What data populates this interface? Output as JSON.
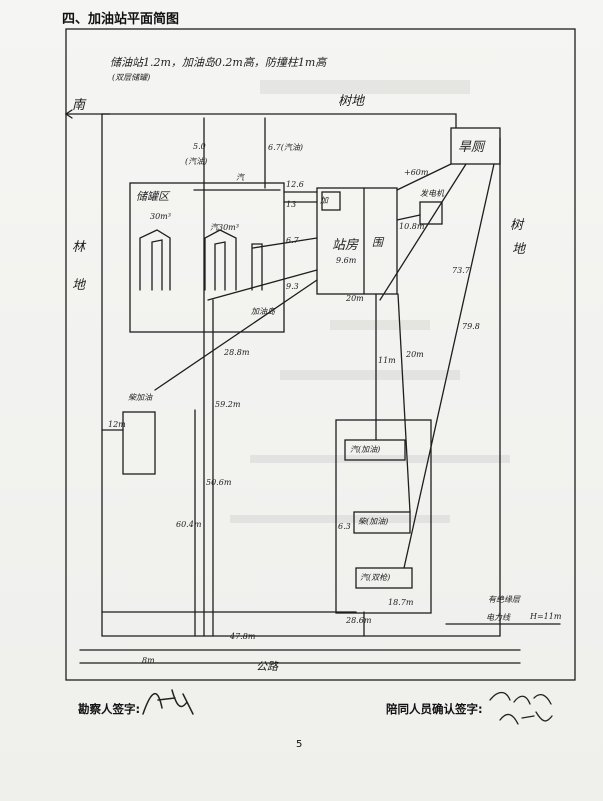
{
  "header": {
    "section_title": "四、加油站平面简图"
  },
  "diagram": {
    "top_note_line1": "储油站1.2m，加油岛0.2m高，防撞柱1m高",
    "top_note_line2": "(双层储罐)",
    "south_label": "南",
    "south_arrow_icon": "arrow-left-icon",
    "north_trees": "树地",
    "west_forest": [
      "林",
      "地"
    ],
    "east_trees": [
      "树",
      "地"
    ],
    "toilet": "旱厕",
    "tank_area": "储罐区",
    "tank_volume": "30m³",
    "tank_label": "汽30m³",
    "tank_zone_abbr": "汽",
    "pump_mark": "加",
    "station_building": "站房",
    "building_dim": "9.6m",
    "wall_symbol": "围",
    "fuel_island_label": "加油岛",
    "island_arrow_label": "柴加油",
    "generator": "发电机",
    "distances": {
      "d_5_0": "5.0",
      "d_5_0_note": "(汽油)",
      "d_6_7_note": "6.7(汽油)",
      "d_12_6": "12.6",
      "d_13": "13",
      "d_6_7": "6.7",
      "d_9_3": "9.3",
      "d_10_8": "10.8m",
      "d_60m": "+60m",
      "d_73_7": "73.7",
      "d_79_8": "79.8",
      "d_20m_a": "20m",
      "d_20m_b": "20m",
      "d_11m": "11m",
      "d_28_8": "28.8m",
      "d_59_2": "59.2m",
      "d_12m": "12m",
      "d_50_6": "50.6m",
      "d_60_4": "60.4m",
      "d_47_8": "47.8m",
      "d_28_6": "28.6m",
      "d_18_7": "18.7m",
      "d_6_3": "6.3",
      "d_8m": "8m"
    },
    "pumps": {
      "gas": "汽(加油)",
      "diesel": "柴(加油)",
      "dual": "汽(双枪)"
    },
    "power_line": [
      "有绝缘层",
      "电力线",
      "H=11m"
    ],
    "road_label": "公路"
  },
  "signatures": {
    "surveyor_label": "勘察人签字:",
    "companion_label": "陪同人员确认签字:"
  },
  "footer": {
    "page_number": "5"
  }
}
